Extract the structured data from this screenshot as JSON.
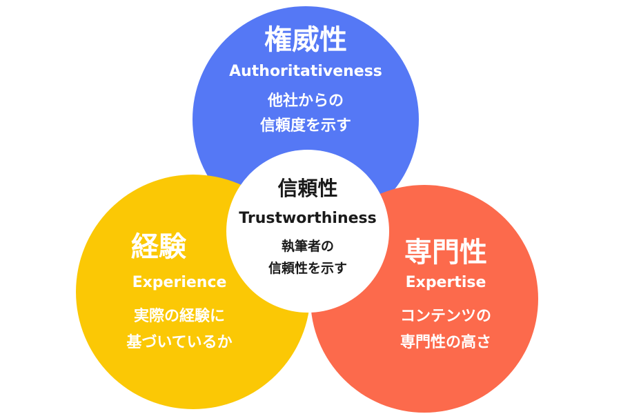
{
  "authority": {
    "title": "権威性",
    "english": "Authoritativeness",
    "desc_line1": "他社からの",
    "desc_line2": "信頼度を示す",
    "color": "#5578f5"
  },
  "experience": {
    "title": "経験",
    "english": "Experience",
    "desc_line1": "実際の経験に",
    "desc_line2": "基づいているか",
    "color": "#fbc805"
  },
  "expertise": {
    "title": "専門性",
    "english": "Expertise",
    "desc_line1": "コンテンツの",
    "desc_line2": "専門性の高さ",
    "color": "#fc6a4c"
  },
  "trust": {
    "title": "信頼性",
    "english": "Trustworthiness",
    "desc_line1": "執筆者の",
    "desc_line2": "信頼性を示す",
    "color": "#ffffff"
  }
}
